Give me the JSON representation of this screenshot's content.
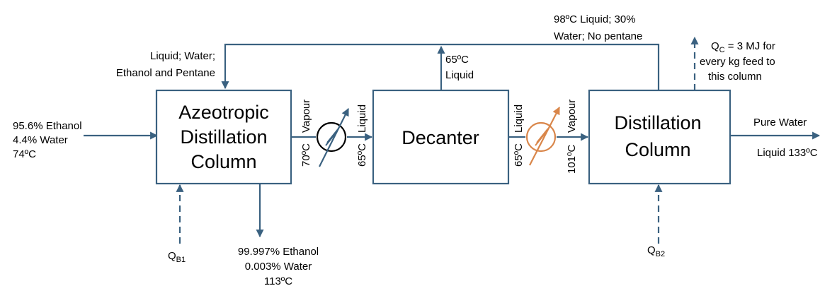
{
  "units": {
    "azeotropic": {
      "lines": [
        "Azeotropic",
        "Distillation",
        "Column"
      ]
    },
    "decanter": {
      "lines": [
        "Decanter"
      ]
    },
    "distillation": {
      "lines": [
        "Distillation",
        "Column"
      ]
    }
  },
  "streams": {
    "feed": [
      "95.6% Ethanol",
      "4.4% Water",
      "74ºC"
    ],
    "recycle_to_azeo": [
      "Liquid; Water;",
      "Ethanol and Pentane"
    ],
    "recycle_from_dist": [
      "98ºC Liquid; 30%",
      "Water; No pentane"
    ],
    "decanter_top": [
      "65ºC",
      "Liquid"
    ],
    "azeo_bottoms": [
      "99.997% Ethanol",
      "0.003% Water",
      "113ºC"
    ],
    "vapour_label_1": "Vapour",
    "temp_label_1": "70ºC",
    "liquid_label_1": "Liquid",
    "temp_label_2": "65ºC",
    "liquid_label_2": "Liquid",
    "temp_label_3": "65ºC",
    "vapour_label_2": "Vapour",
    "temp_label_4": "101ºC",
    "pure_water": "Pure Water",
    "liquid_out": "Liquid 133ºC",
    "qc": {
      "q": "Q",
      "sub": "C",
      "rest": " = 3 MJ for",
      "line2": "every kg feed to",
      "line3": "this column"
    },
    "qb1": {
      "q": "Q",
      "sub": "B1"
    },
    "qb2": {
      "q": "Q",
      "sub": "B2"
    }
  },
  "colors": {
    "line": "#3a6180",
    "cooler": "#000000",
    "heater": "#d9864a",
    "diag_arrow": "#3a6180"
  }
}
